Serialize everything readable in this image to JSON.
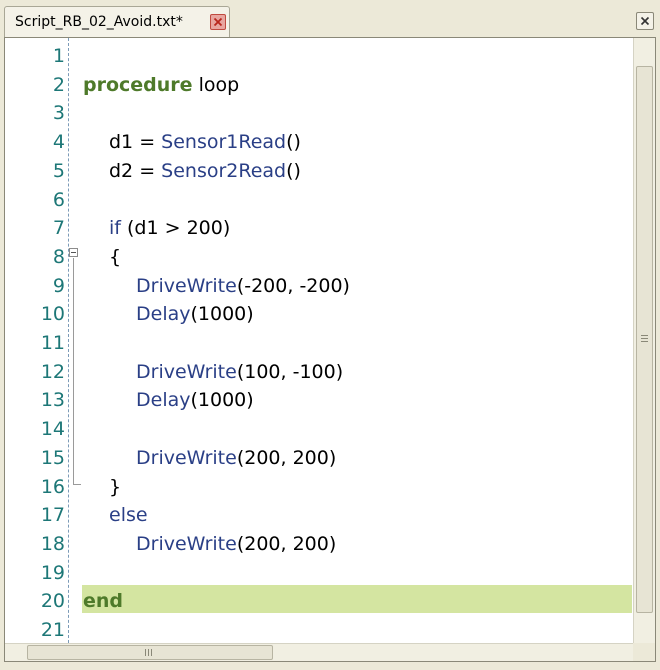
{
  "tab": {
    "title": "Script_RB_02_Avoid.txt*"
  },
  "icons": {
    "tab_close": "close-icon",
    "window_close": "close-icon"
  },
  "colors": {
    "keyword": "#4e7a2a",
    "function": "#2a3f86",
    "line_number": "#1d7777",
    "current_line_highlight": "#d4e5a1"
  },
  "editor": {
    "current_line": 20,
    "lines": [
      {
        "num": "1",
        "indent": 0,
        "parts": []
      },
      {
        "num": "2",
        "indent": 0,
        "parts": [
          {
            "t": "procedure",
            "c": "kw"
          },
          {
            "t": " loop",
            "c": "plain"
          }
        ]
      },
      {
        "num": "3",
        "indent": 0,
        "parts": []
      },
      {
        "num": "4",
        "indent": 1,
        "parts": [
          {
            "t": "d1 = ",
            "c": "plain"
          },
          {
            "t": "Sensor1Read",
            "c": "fn"
          },
          {
            "t": "()",
            "c": "plain"
          }
        ]
      },
      {
        "num": "5",
        "indent": 1,
        "parts": [
          {
            "t": "d2 = ",
            "c": "plain"
          },
          {
            "t": "Sensor2Read",
            "c": "fn"
          },
          {
            "t": "()",
            "c": "plain"
          }
        ]
      },
      {
        "num": "6",
        "indent": 0,
        "parts": []
      },
      {
        "num": "7",
        "indent": 1,
        "parts": [
          {
            "t": "if",
            "c": "fn"
          },
          {
            "t": " (d1 > 200)",
            "c": "plain"
          }
        ]
      },
      {
        "num": "8",
        "indent": 1,
        "parts": [
          {
            "t": "{",
            "c": "plain"
          }
        ]
      },
      {
        "num": "9",
        "indent": 2,
        "parts": [
          {
            "t": "DriveWrite",
            "c": "fn"
          },
          {
            "t": "(-200, -200)",
            "c": "plain"
          }
        ]
      },
      {
        "num": "10",
        "indent": 2,
        "parts": [
          {
            "t": "Delay",
            "c": "fn"
          },
          {
            "t": "(1000)",
            "c": "plain"
          }
        ]
      },
      {
        "num": "11",
        "indent": 0,
        "parts": []
      },
      {
        "num": "12",
        "indent": 2,
        "parts": [
          {
            "t": "DriveWrite",
            "c": "fn"
          },
          {
            "t": "(100, -100)",
            "c": "plain"
          }
        ]
      },
      {
        "num": "13",
        "indent": 2,
        "parts": [
          {
            "t": "Delay",
            "c": "fn"
          },
          {
            "t": "(1000)",
            "c": "plain"
          }
        ]
      },
      {
        "num": "14",
        "indent": 0,
        "parts": []
      },
      {
        "num": "15",
        "indent": 2,
        "parts": [
          {
            "t": "DriveWrite",
            "c": "fn"
          },
          {
            "t": "(200, 200)",
            "c": "plain"
          }
        ]
      },
      {
        "num": "16",
        "indent": 1,
        "parts": [
          {
            "t": "}",
            "c": "plain"
          }
        ]
      },
      {
        "num": "17",
        "indent": 1,
        "parts": [
          {
            "t": "else",
            "c": "fn"
          }
        ]
      },
      {
        "num": "18",
        "indent": 2,
        "parts": [
          {
            "t": "DriveWrite",
            "c": "fn"
          },
          {
            "t": "(200, 200)",
            "c": "plain"
          }
        ]
      },
      {
        "num": "19",
        "indent": 0,
        "parts": []
      },
      {
        "num": "20",
        "indent": 0,
        "parts": [
          {
            "t": "end",
            "c": "kw"
          }
        ]
      },
      {
        "num": "21",
        "indent": 0,
        "parts": []
      }
    ]
  },
  "scrollbar": {
    "horizontal_grip": "III"
  }
}
